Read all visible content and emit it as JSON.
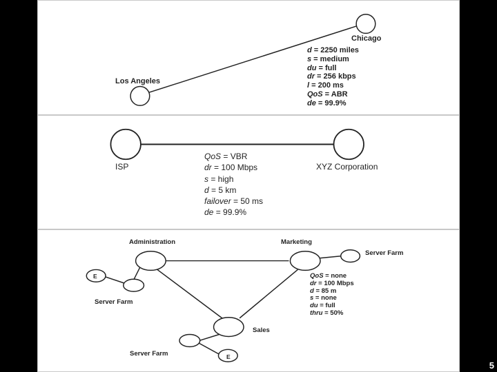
{
  "panel1": {
    "nodes": {
      "los_angeles": "Los Angeles",
      "chicago": "Chicago"
    },
    "attributes": [
      {
        "key": "d",
        "value": " = 2250 miles"
      },
      {
        "key": "s",
        "value": " = medium"
      },
      {
        "key": "du",
        "value": " = full"
      },
      {
        "key": "dr",
        "value": " = 256 kbps"
      },
      {
        "key": "l",
        "value": " = 200 ms"
      },
      {
        "key": "QoS",
        "value": " = ABR"
      },
      {
        "key": "de",
        "value": " = 99.9%"
      }
    ]
  },
  "panel2": {
    "nodes": {
      "isp": "ISP",
      "xyz": "XYZ Corporation"
    },
    "attributes": [
      {
        "key": "QoS",
        "value": " = VBR"
      },
      {
        "key": "dr",
        "value": " = 100 Mbps"
      },
      {
        "key": "s",
        "value": " = high"
      },
      {
        "key": "d",
        "value": " = 5 km"
      },
      {
        "key": "failover",
        "value": " = 50 ms"
      },
      {
        "key": "de",
        "value": " = 99.9%"
      }
    ]
  },
  "panel3": {
    "nodes": {
      "administration": "Administration",
      "marketing": "Marketing",
      "sales": "Sales",
      "server_farm_left": "Server Farm",
      "server_farm_right": "Server Farm",
      "server_farm_bottom": "Server Farm",
      "e_left": "E",
      "e_bottom": "E"
    },
    "attributes": [
      {
        "key": "QoS",
        "value": " = none"
      },
      {
        "key": "dr",
        "value": " = 100 Mbps"
      },
      {
        "key": "d",
        "value": " = 85 m"
      },
      {
        "key": "s",
        "value": " = none"
      },
      {
        "key": "du",
        "value": " = full"
      },
      {
        "key": "thru",
        "value": " = 50%"
      }
    ]
  },
  "page_number": "5"
}
